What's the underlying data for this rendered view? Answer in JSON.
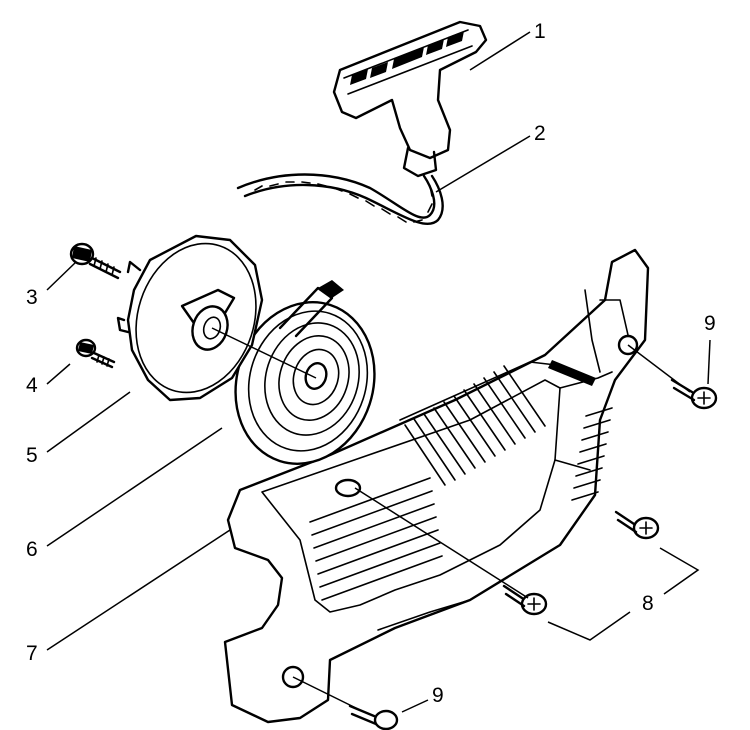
{
  "callouts": {
    "c1": "1",
    "c2": "2",
    "c3": "3",
    "c4": "4",
    "c5": "5",
    "c6": "6",
    "c7": "7",
    "c8": "8",
    "c9a": "9",
    "c9b": "9"
  },
  "parts": [
    {
      "ref": "1",
      "icon": "starter-handle-icon"
    },
    {
      "ref": "2",
      "icon": "starter-rope-icon"
    },
    {
      "ref": "3",
      "icon": "pulley-screw-icon"
    },
    {
      "ref": "4",
      "icon": "small-screw-icon"
    },
    {
      "ref": "5",
      "icon": "rope-pulley-icon"
    },
    {
      "ref": "6",
      "icon": "recoil-spring-icon"
    },
    {
      "ref": "7",
      "icon": "starter-housing-icon"
    },
    {
      "ref": "8",
      "icon": "housing-screw-icon"
    },
    {
      "ref": "9",
      "icon": "mounting-screw-icon"
    }
  ]
}
